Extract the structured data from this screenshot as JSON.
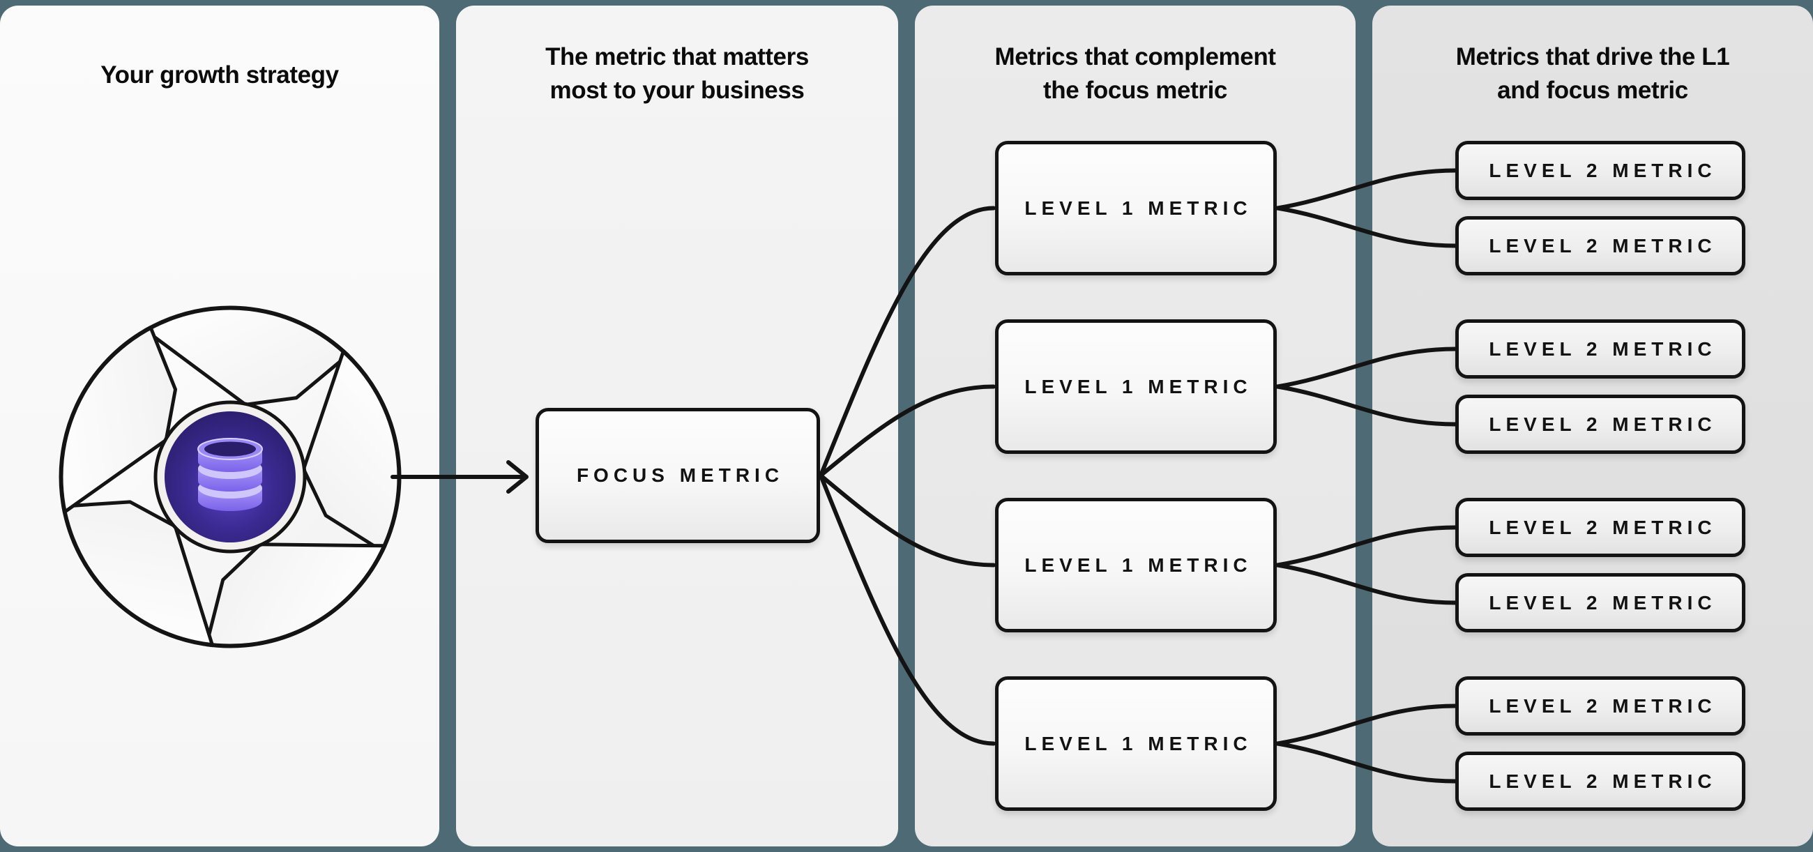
{
  "page": {
    "background_color": "#4e6a74",
    "description_note": "Four-column flywheel-to-metric-tree diagram"
  },
  "columns": [
    {
      "title_lines": [
        "Your growth strategy"
      ]
    },
    {
      "title_lines": [
        "The metric that matters",
        "most to your business"
      ]
    },
    {
      "title_lines": [
        "Metrics that complement",
        "the focus metric"
      ]
    },
    {
      "title_lines": [
        "Metrics that drive the L1",
        "and focus metric"
      ]
    }
  ],
  "nodes": {
    "focus": {
      "label": "FOCUS METRIC"
    },
    "level1": [
      {
        "label": "LEVEL 1 METRIC"
      },
      {
        "label": "LEVEL 1 METRIC"
      },
      {
        "label": "LEVEL 1 METRIC"
      },
      {
        "label": "LEVEL 1 METRIC"
      }
    ],
    "level2": [
      {
        "label": "LEVEL 2 METRIC"
      },
      {
        "label": "LEVEL 2 METRIC"
      },
      {
        "label": "LEVEL 2 METRIC"
      },
      {
        "label": "LEVEL 2 METRIC"
      },
      {
        "label": "LEVEL 2 METRIC"
      },
      {
        "label": "LEVEL 2 METRIC"
      },
      {
        "label": "LEVEL 2 METRIC"
      },
      {
        "label": "LEVEL 2 METRIC"
      }
    ]
  },
  "icons": {
    "flywheel": "flywheel-icon",
    "database": "database-icon",
    "arrow": "arrow-right-icon"
  },
  "colors": {
    "panel_gap_teal": "#4e6a74",
    "line_black": "#131313",
    "panel_1": "#f8f8f8",
    "panel_2": "#f1f1f1",
    "panel_3": "#e9e9e9",
    "panel_4": "#e1e1e1",
    "box_border": "#131313",
    "database_purple": "#8b78f1",
    "database_purple_light": "#cfc6fb",
    "database_opening_dark": "#2a1e6b",
    "flywheel_center_indigo": "#30227c"
  }
}
